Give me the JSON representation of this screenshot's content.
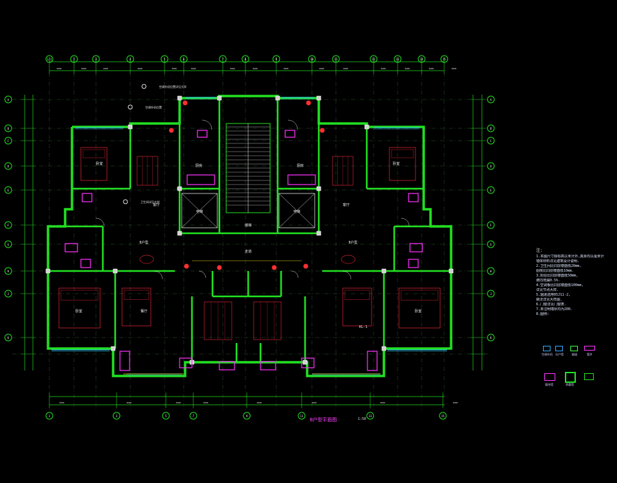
{
  "drawing": {
    "title": "B户型平面图",
    "scale": "1:50",
    "colors": {
      "background": "#000000",
      "wall": "#22e022",
      "axis": "#22dd22",
      "dimension": "#22dd22",
      "furniture": "#cc2233",
      "fixture": "#ff33ff",
      "window": "#33ccff",
      "column": "#ffffff",
      "text": "#e8e8e8"
    }
  },
  "axis_labels": {
    "top": [
      "1/1",
      "2",
      "3",
      "4",
      "5",
      "6",
      "7",
      "8",
      "9",
      "10",
      "11",
      "12",
      "13",
      "14",
      "15"
    ],
    "bottom": [
      "1",
      "3",
      "5",
      "7",
      "9",
      "11",
      "13",
      "15"
    ],
    "left": [
      "A",
      "B",
      "C",
      "D",
      "E",
      "F",
      "G",
      "H",
      "J",
      "K"
    ],
    "right": [
      "A",
      "B",
      "C",
      "D",
      "E",
      "F",
      "G",
      "H",
      "J",
      "K"
    ]
  },
  "room_labels": {
    "bedroom_nw": "卧室",
    "living_w": "客厅",
    "unit_w": "B户型",
    "bedroom_sw": "卧室",
    "dining_sw": "餐厅",
    "bedroom_ne": "卧室",
    "living_e": "客厅",
    "unit_e": "B户型",
    "bedroom_se": "卧室",
    "dining_se": "KL-1",
    "kitchen_l": "厨房",
    "kitchen_r": "厨房",
    "corridor": "走道",
    "stair": "楼梯",
    "elev_l": "电梯",
    "elev_r": "电梯"
  },
  "callouts": {
    "c1": "空调外机位置详见大样",
    "c2": "空调外机位置",
    "c3": "卫生间详见大样"
  },
  "notes": {
    "title": "注:",
    "lines": [
      "1.本图尺寸除标高以米计外,其余均以毫米计,",
      "  墙体材料详见建筑设计说明.",
      "2.卫生间比同层楼面低20mm,",
      "  厨房比同层楼面低10mm.",
      "3.阳台比同层楼面低50mm,",
      "  坡向地漏0.5%.",
      "4.空调板比同层楼面低100mm,",
      "  详见节点大样.",
      "5.烟道选用05J11-2,",
      "  做法详见大样图.",
      "6.门窗详见门窗表.",
      "7.未注明墙厚均为200.",
      "8.图例:"
    ]
  },
  "legend": {
    "items": [
      "空调外机",
      "分户墙",
      "烟道",
      "管井",
      "填充墙",
      "承重墙"
    ]
  }
}
